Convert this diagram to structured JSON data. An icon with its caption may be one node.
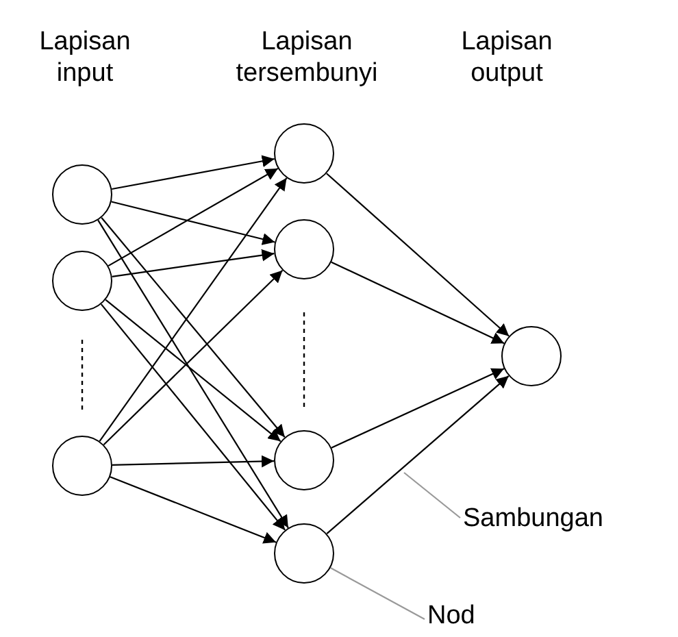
{
  "diagram": {
    "nodes": [
      {
        "text": [],
        "shape": "circle"
      },
      {
        "text": [],
        "shape": "circle"
      },
      {
        "text": [],
        "shape": "circle"
      },
      {
        "text": [],
        "shape": "circle"
      },
      {
        "text": [],
        "shape": "circle"
      },
      {
        "text": [],
        "shape": "circle"
      },
      {
        "text": [],
        "shape": "circle"
      },
      {
        "text": [],
        "shape": "circle"
      },
      {
        "text": [
          "Sambungan"
        ]
      },
      {
        "text": [
          "Nod"
        ]
      }
    ],
    "edges": [
      {
        "from": 0,
        "to": 3,
        "arrow": "to"
      },
      {
        "from": 0,
        "to": 4,
        "arrow": "to"
      },
      {
        "from": 0,
        "to": 5,
        "arrow": "to"
      },
      {
        "from": 0,
        "to": 6,
        "arrow": "to"
      },
      {
        "from": 1,
        "to": 3,
        "arrow": "to"
      },
      {
        "from": 1,
        "to": 4,
        "arrow": "to"
      },
      {
        "from": 1,
        "to": 5,
        "arrow": "to"
      },
      {
        "from": 1,
        "to": 6,
        "arrow": "to"
      },
      {
        "from": 2,
        "to": 3,
        "arrow": "to"
      },
      {
        "from": 2,
        "to": 4,
        "arrow": "to"
      },
      {
        "from": 2,
        "to": 5,
        "arrow": "to"
      },
      {
        "from": 2,
        "to": 6,
        "arrow": "to"
      },
      {
        "from": 3,
        "to": 7,
        "arrow": "to"
      },
      {
        "from": 4,
        "to": 7,
        "arrow": "to"
      },
      {
        "from": 5,
        "to": 7,
        "arrow": "to"
      },
      {
        "from": 6,
        "to": 7,
        "arrow": "to"
      },
      {
        "from": 8,
        "to": null,
        "arrow": "none",
        "color": "#999999"
      },
      {
        "from": 9,
        "to": 6,
        "arrow": "none",
        "color": "#999999"
      }
    ],
    "labels": [
      "Lapisan input",
      "Lapisan tersembunyi",
      "Lapisan output"
    ]
  }
}
